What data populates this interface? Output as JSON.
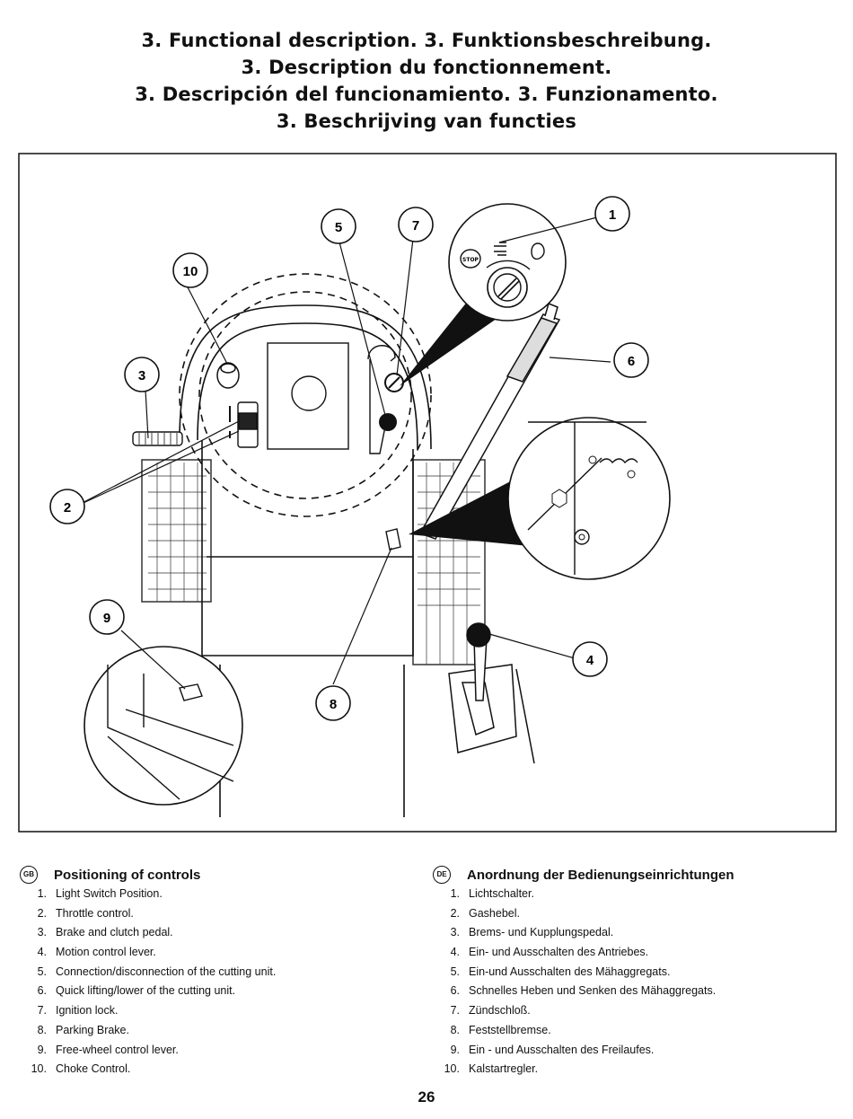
{
  "titles": [
    "3. Functional description.   3. Funktionsbeschreibung.",
    "3. Description du fonctionnement.",
    "3. Descripción del funcionamiento.   3. Funzionamento.",
    "3. Beschrijving van functies"
  ],
  "figure": {
    "callouts": [
      "1",
      "2",
      "3",
      "4",
      "5",
      "6",
      "7",
      "8",
      "9",
      "10"
    ],
    "ignition_stop_label": "STOP"
  },
  "legend_gb": {
    "flag": "GB",
    "heading": "Positioning of controls",
    "items": [
      {
        "num": "1.",
        "text": "Light Switch Position."
      },
      {
        "num": "2.",
        "text": "Throttle control."
      },
      {
        "num": "3.",
        "text": "Brake and clutch pedal."
      },
      {
        "num": "4.",
        "text": "Motion control lever."
      },
      {
        "num": "5.",
        "text": "Connection/disconnection of the cutting unit."
      },
      {
        "num": "6.",
        "text": "Quick lifting/lower of the cutting unit."
      },
      {
        "num": "7.",
        "text": "Ignition lock."
      },
      {
        "num": "8.",
        "text": "Parking Brake."
      },
      {
        "num": "9.",
        "text": "Free-wheel control lever."
      },
      {
        "num": "10.",
        "text": "Choke Control."
      }
    ]
  },
  "legend_de": {
    "flag": "DE",
    "heading": "Anordnung der Bedienungseinrichtungen",
    "items": [
      {
        "num": "1.",
        "text": "Lichtschalter."
      },
      {
        "num": "2.",
        "text": "Gashebel."
      },
      {
        "num": "3.",
        "text": "Brems- und Kupplungspedal."
      },
      {
        "num": "4.",
        "text": "Ein- und Ausschalten des Antriebes."
      },
      {
        "num": "5.",
        "text": "Ein-und Ausschalten des Mähaggregats."
      },
      {
        "num": "6.",
        "text": "Schnelles Heben und Senken des Mähaggregats."
      },
      {
        "num": "7.",
        "text": "Zündschloß."
      },
      {
        "num": "8.",
        "text": "Feststellbremse."
      },
      {
        "num": "9.",
        "text": "Ein - und Ausschalten des Freilaufes."
      },
      {
        "num": "10.",
        "text": "Kalstartregler."
      }
    ]
  },
  "page_number": "26"
}
